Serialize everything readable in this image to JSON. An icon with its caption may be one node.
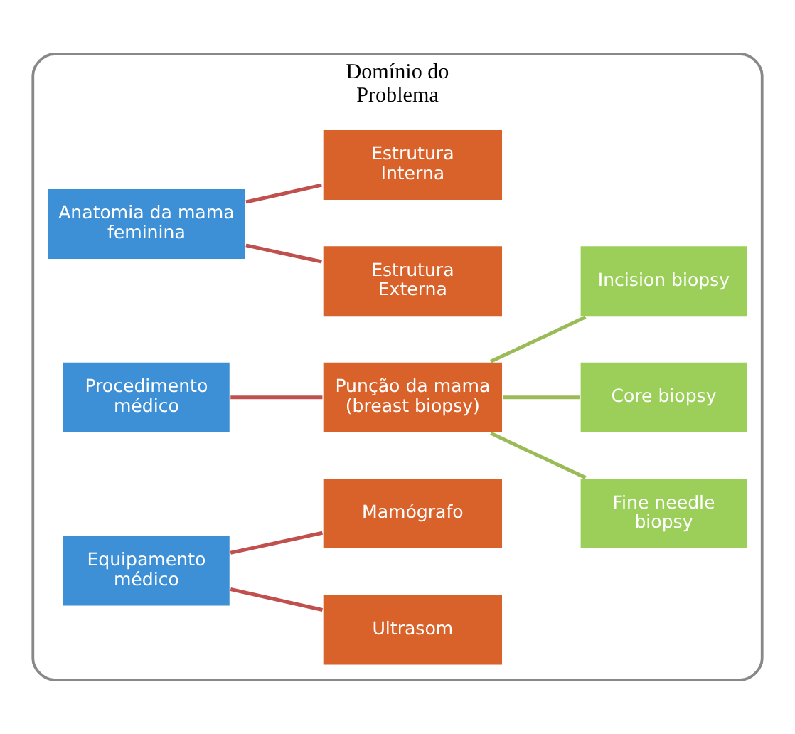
{
  "diagram": {
    "nodes": [
      {
        "text": [
          "Domínio do Problema"
        ]
      },
      {
        "text": [
          "Anatomia da mama feminina"
        ],
        "in": 0
      },
      {
        "text": [
          "Estrutura Externa"
        ],
        "in": 0
      },
      {
        "text": [
          "Estrutura Interna"
        ],
        "in": 0
      },
      {
        "text": [
          "Procedimento médico"
        ],
        "in": 0
      },
      {
        "text": [
          "Punção da mama (breast biopsy)"
        ],
        "in": 0
      },
      {
        "text": [
          "Fine needle biopsy"
        ],
        "in": 0
      },
      {
        "text": [
          "Core biopsy"
        ],
        "in": 0
      },
      {
        "text": [
          "Incision biopsy"
        ],
        "in": 0
      },
      {
        "text": [
          "Equipamento médico"
        ],
        "in": 0
      },
      {
        "text": [
          "Ultrasom"
        ],
        "in": 0
      },
      {
        "text": [
          "Mamógrafo"
        ],
        "in": 0
      }
    ],
    "edges": [
      {
        "from": 1,
        "to": 2,
        "arrow": "none"
      },
      {
        "from": 1,
        "to": 3,
        "arrow": "none"
      },
      {
        "from": 4,
        "to": 5,
        "arrow": "none"
      },
      {
        "from": 5,
        "to": 6,
        "arrow": "none",
        "color": "#9bbb59"
      },
      {
        "from": 5,
        "to": 7,
        "arrow": "none",
        "color": "#9bbb59"
      },
      {
        "from": 5,
        "to": 8,
        "arrow": "none",
        "color": "#9bbb59"
      },
      {
        "from": 9,
        "to": 10,
        "arrow": "none"
      },
      {
        "from": 9,
        "to": 11,
        "arrow": "none"
      }
    ]
  }
}
